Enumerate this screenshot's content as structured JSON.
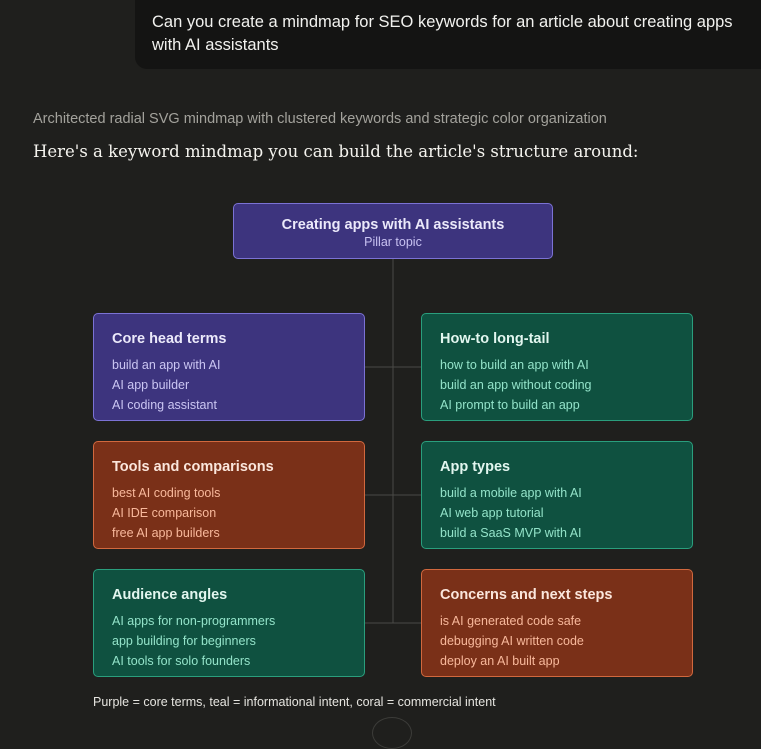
{
  "user_message": {
    "line1": "Can you create a mindmap for SEO keywords for an article about creating apps",
    "line2": "with AI assistants"
  },
  "thinking_summary": "Architected radial SVG mindmap with clustered keywords and strategic color organization",
  "intro_text": "Here's a keyword mindmap you can build the article's structure around:",
  "mindmap": {
    "pillar": {
      "title": "Creating apps with AI assistants",
      "subtitle": "Pillar topic"
    },
    "cards": [
      {
        "title": "Core head terms",
        "items": [
          "build an app with AI",
          "AI app builder",
          "AI coding assistant"
        ]
      },
      {
        "title": "How-to long-tail",
        "items": [
          "how to build an app with AI",
          "build an app without coding",
          "AI prompt to build an app"
        ]
      },
      {
        "title": "Tools and comparisons",
        "items": [
          "best AI coding tools",
          "AI IDE comparison",
          "free AI app builders"
        ]
      },
      {
        "title": "App types",
        "items": [
          "build a mobile app with AI",
          "AI web app tutorial",
          "build a SaaS MVP with AI"
        ]
      },
      {
        "title": "Audience angles",
        "items": [
          "AI apps for non-programmers",
          "app building for beginners",
          "AI tools for solo founders"
        ]
      },
      {
        "title": "Concerns and next steps",
        "items": [
          "is AI generated code safe",
          "debugging AI written code",
          "deploy an AI built app"
        ]
      }
    ],
    "legend": "Purple = core terms, teal = informational intent, coral = commercial intent",
    "colors": {
      "purple": "#3d347e",
      "teal": "#0f5140",
      "coral": "#7a3018"
    }
  }
}
